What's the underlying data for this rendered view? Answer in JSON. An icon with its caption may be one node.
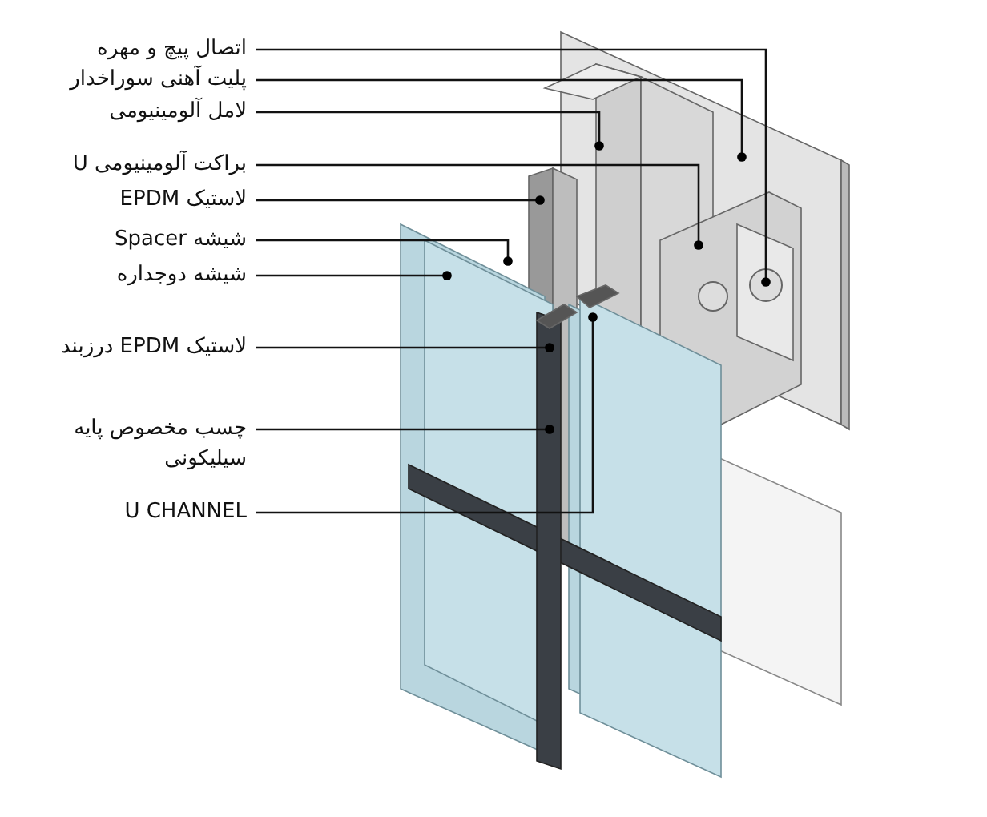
{
  "diagram": {
    "nodes": [
      {
        "text": [
          "اتصال پیچ و مهره"
        ]
      },
      {
        "text": [
          "پلیت آهنی سوراخدار"
        ]
      },
      {
        "text": [
          "لامل آلومینیومی"
        ]
      },
      {
        "text": [
          "براکت آلومینیومی U"
        ]
      },
      {
        "text": [
          "لاستیک EPDM"
        ]
      },
      {
        "text": [
          "شیشه Spacer"
        ]
      },
      {
        "text": [
          "شیشه دوجداره"
        ]
      },
      {
        "text": [
          "لاستیک EPDM درزبند"
        ]
      },
      {
        "text": [
          "چسب مخصوص پایه سیلیکونی"
        ]
      },
      {
        "text": [
          "U CHANNEL"
        ]
      }
    ],
    "edges": [
      {
        "from": 0,
        "to": null,
        "arrow": "other"
      },
      {
        "from": 1,
        "to": null,
        "arrow": "other"
      },
      {
        "from": 2,
        "to": null,
        "arrow": "other"
      },
      {
        "from": 3,
        "to": null,
        "arrow": "other"
      },
      {
        "from": 4,
        "to": null,
        "arrow": "other"
      },
      {
        "from": 5,
        "to": null,
        "arrow": "other"
      },
      {
        "from": 6,
        "to": null,
        "arrow": "other"
      },
      {
        "from": 7,
        "to": null,
        "arrow": "other"
      },
      {
        "from": 8,
        "to": null,
        "arrow": "other"
      },
      {
        "from": 9,
        "to": null,
        "arrow": "other"
      }
    ]
  }
}
